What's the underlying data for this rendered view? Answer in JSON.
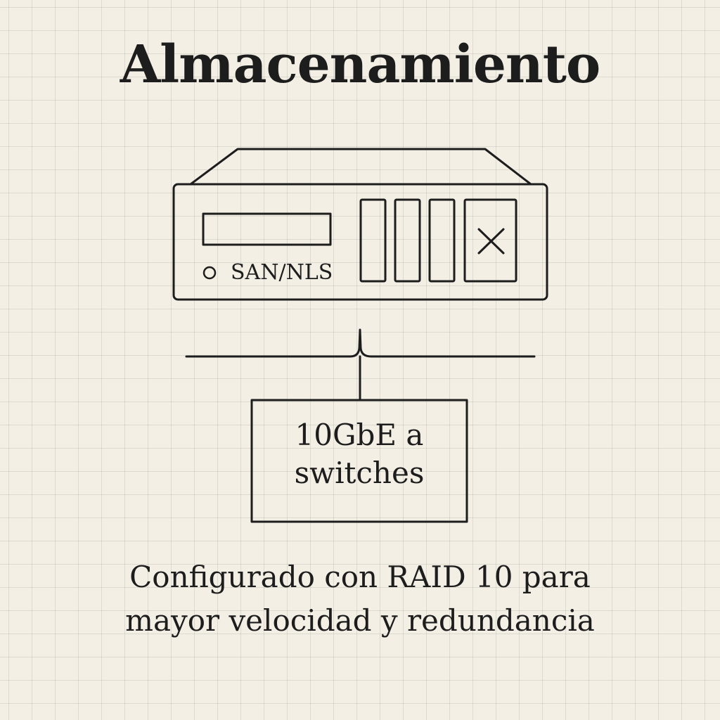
{
  "title": "Almacenamiento",
  "device": {
    "label": "SAN/NLS",
    "close_icon": "x-icon",
    "status_icon": "circle-icon"
  },
  "link_box": {
    "line1": "10GbE a",
    "line2": "switches"
  },
  "caption": {
    "line1": "Configurado con RAID 10 para",
    "line2": "mayor velocidad y redundancia"
  },
  "colors": {
    "background": "#f3efe4",
    "ink": "#1d1d1d",
    "grid": "#c9c6bb"
  }
}
